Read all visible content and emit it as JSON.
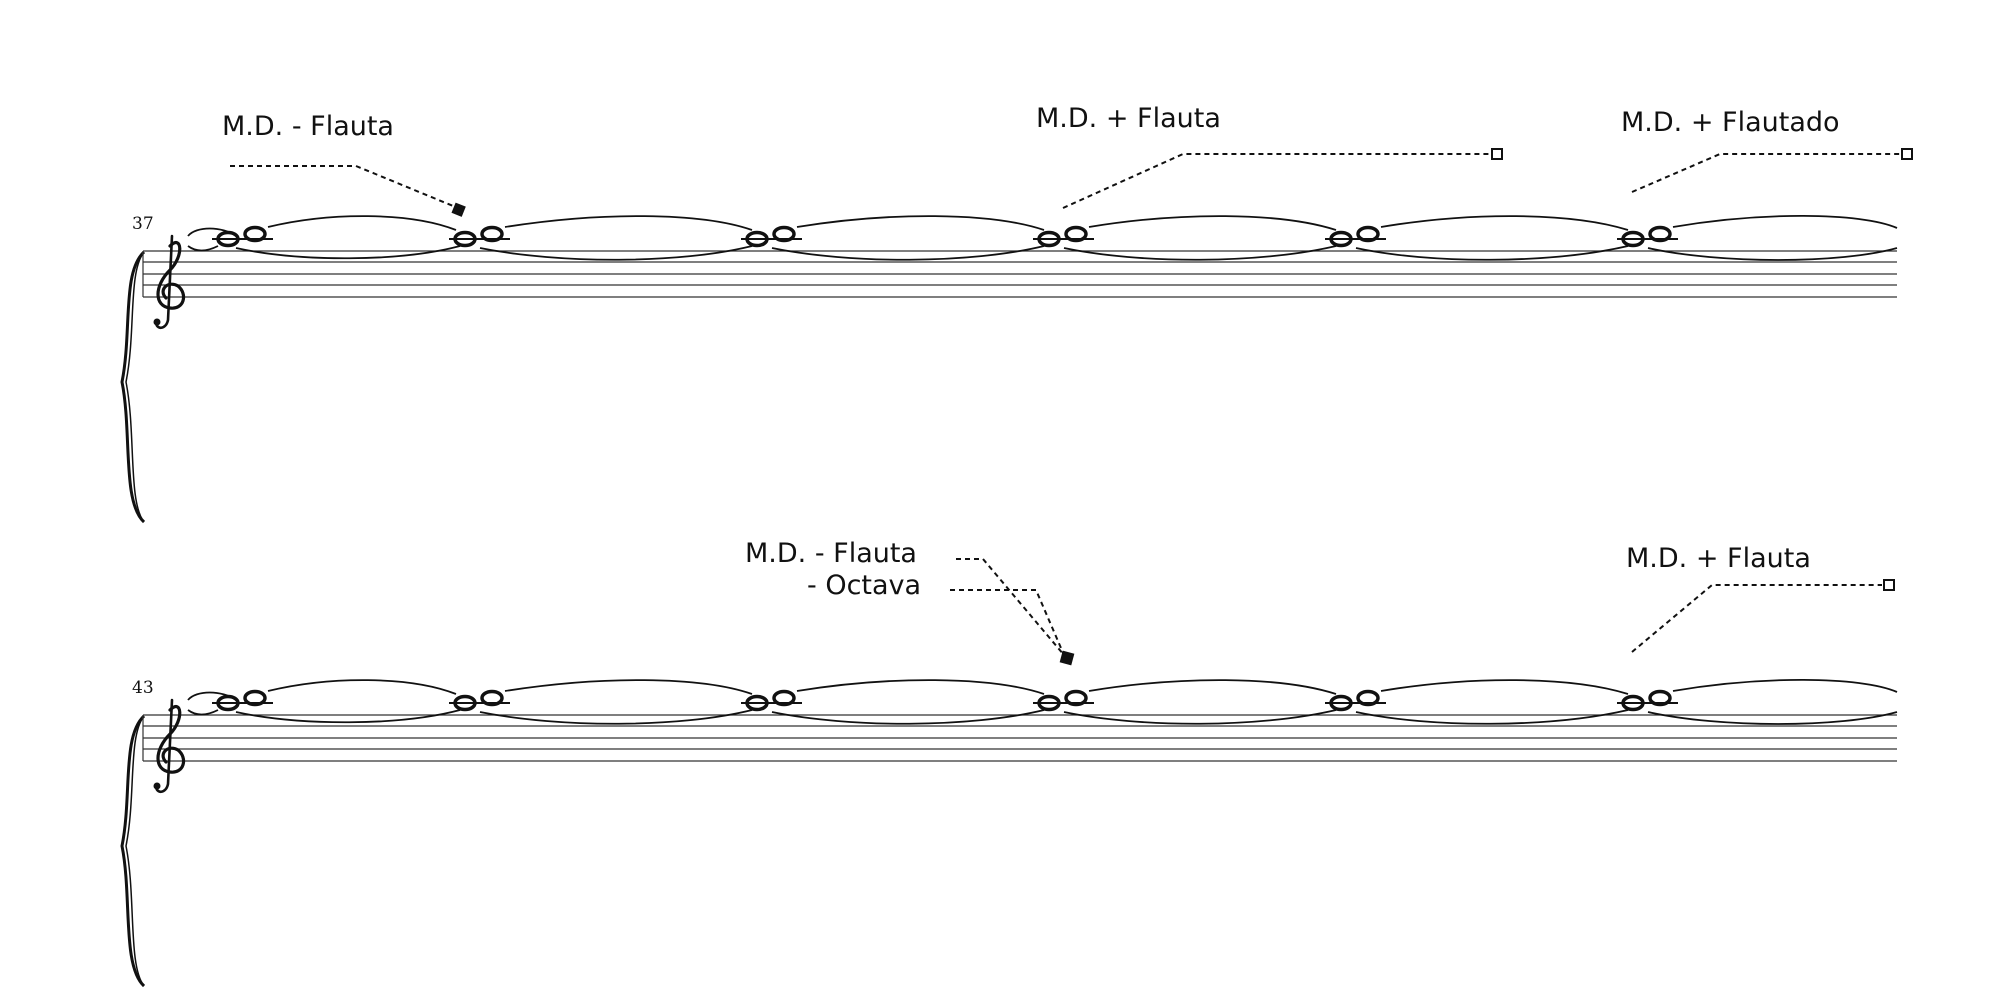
{
  "systems": [
    {
      "measure_number": "37",
      "registrations": [
        {
          "lines": [
            "M.D. - Flauta"
          ],
          "marker": "filled"
        },
        {
          "lines": [
            "M.D. + Flauta"
          ],
          "marker": "open"
        },
        {
          "lines": [
            "M.D. + Flautado"
          ],
          "marker": "open"
        }
      ]
    },
    {
      "measure_number": "43",
      "registrations": [
        {
          "lines": [
            "M.D. - Flauta",
            "- Octava"
          ],
          "marker": "filled"
        },
        {
          "lines": [
            "M.D. + Flauta"
          ],
          "marker": "open"
        }
      ]
    }
  ]
}
